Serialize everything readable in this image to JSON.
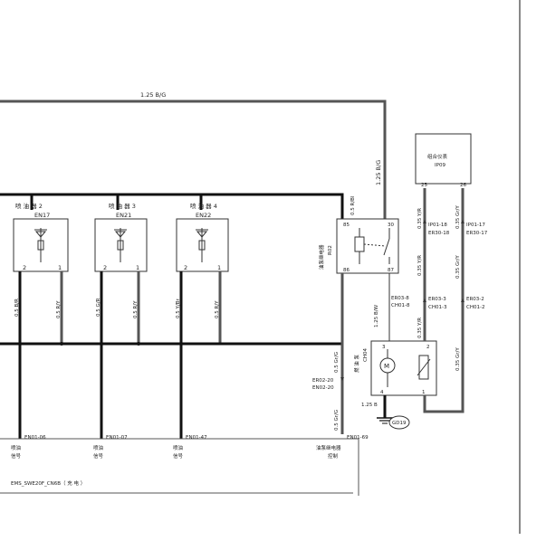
{
  "wires": {
    "top_power": "1.25 B/G",
    "relay_feed": "1.25 B/G",
    "relay_top": "0.5 R/Bl",
    "inj1": "0.5 B/R",
    "inj1_r": "0.5 R/Y",
    "inj2": "0.5 G/R",
    "inj2_r": "0.5 R/Y",
    "inj3": "0.5 Y/Br",
    "inj3_r": "0.5 R/Y",
    "relay_ctl_a": "0.5 Gr/G",
    "relay_ctl_b": "0.5 Gr/G",
    "pump_feed": "1.25 B/W",
    "pump_gnd": "1.25 B",
    "gauge_a1": "0.35 Y/R",
    "gauge_a2": "0.35 Y/R",
    "gauge_a3": "0.35 Y/R",
    "gauge_b1": "0.35 Gr/Y",
    "gauge_b2": "0.35 Gr/Y",
    "gauge_b3": "0.35 Gr/Y"
  },
  "injectors": [
    {
      "title": "喷 油 器 2",
      "code": "EN17"
    },
    {
      "title": "喷 油 器 3",
      "code": "EN21"
    },
    {
      "title": "喷 油 器 4",
      "code": "EN22"
    }
  ],
  "relay": {
    "name": "油泵继电器",
    "code": "R02",
    "pin85": "85",
    "pin30": "30",
    "pin86": "86",
    "pin87": "87"
  },
  "cluster": {
    "name": "组合仪表",
    "code": "IP09",
    "pin25": "25",
    "pin26": "26"
  },
  "pump": {
    "name": "燃 油 泵",
    "code": "CH04",
    "pin3": "3",
    "pin4": "4",
    "pin2": "2",
    "pin1": "1",
    "motor": "M"
  },
  "pins": {
    "p2": "2",
    "p1": "1"
  },
  "connectors": {
    "ip0118": "IP01-18",
    "er3018": "ER30-18",
    "ip0117": "IP01-17",
    "er3017": "ER30-17",
    "er038": "ER03-8",
    "ch018": "CH01-8",
    "er033": "ER03-3",
    "ch013": "CH01-3",
    "er032": "ER03-2",
    "ch012": "CH01-2",
    "er0220": "ER02-20",
    "en0220": "EN02-20",
    "en0106": "EN01-06",
    "en0107": "EN01-07",
    "en0147": "EN01-47",
    "en0169": "EN01-69"
  },
  "ground": "GD19",
  "ecu": {
    "sig1a": "喷油",
    "sig1b": "信号",
    "sig2a": "喷油",
    "sig2b": "信号",
    "sig3a": "喷油",
    "sig3b": "信号",
    "pump_ctl_a": "油泵继电器",
    "pump_ctl_b": "控制",
    "module": "EMS_SWE20F_CN6B（ 充 电 ）"
  }
}
